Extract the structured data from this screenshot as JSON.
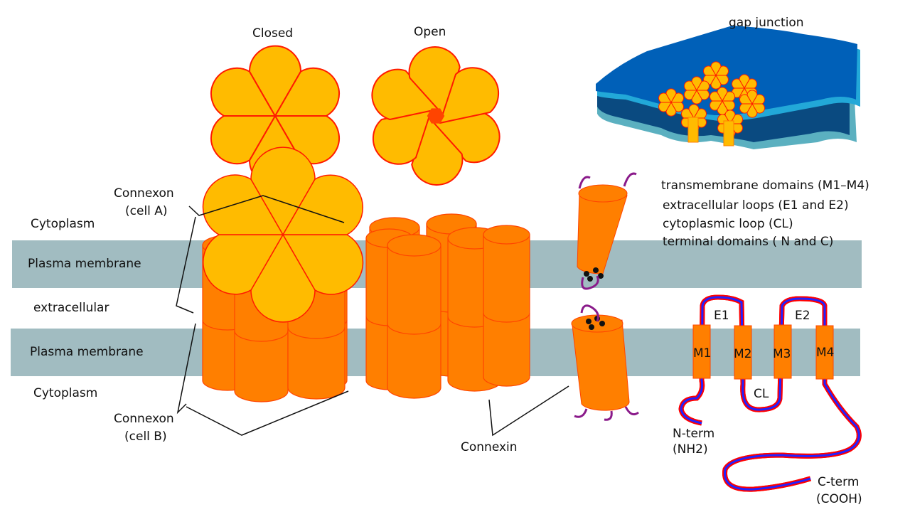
{
  "labels": {
    "closed": "Closed",
    "open": "Open",
    "gap_junction": "gap junction",
    "connexon_a_1": "Connexon",
    "connexon_a_2": "(cell A)",
    "connexon_b_1": "Connexon",
    "connexon_b_2": "(cell B)",
    "cytoplasm_top": "Cytoplasm",
    "plasma_membrane_top": "Plasma membrane",
    "extracellular": "extracellular",
    "plasma_membrane_bottom": "Plasma membrane",
    "cytoplasm_bottom": "Cytoplasm",
    "connexin": "Connexin",
    "legend": [
      "transmembrane domains (M1–M4)",
      "extracellular loops (E1 and E2)",
      "cytoplasmic loop (CL)",
      "terminal domains ( N and C)"
    ],
    "m1": "M1",
    "m2": "M2",
    "m3": "M3",
    "m4": "M4",
    "e1": "E1",
    "e2": "E2",
    "cl": "CL",
    "nterm_1": "N-term",
    "nterm_2": "(NH2)",
    "cterm_1": "C-term",
    "cterm_2": "(COOH)"
  },
  "colors": {
    "membrane": "#a1bcc1",
    "petal": "#ffbb00",
    "petal_outline": "#ff1a00",
    "connexin": "#ff7f00",
    "pore": "#ff4400",
    "chain_outer": "#ff0000",
    "chain_inner": "#2222ff",
    "sheet_top": "#0060b8",
    "sheet_edge": "#22a8d8"
  }
}
